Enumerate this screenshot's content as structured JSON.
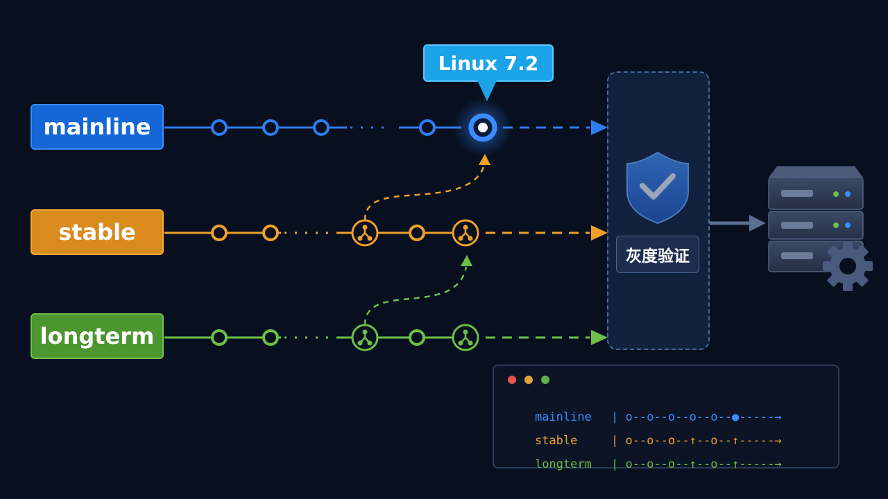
{
  "branches": [
    {
      "name": "mainline",
      "color": "#2f7cf0"
    },
    {
      "name": "stable",
      "color": "#f0a02a"
    },
    {
      "name": "longterm",
      "color": "#6cbf47"
    }
  ],
  "callout": {
    "text": "Linux 7.2"
  },
  "gray_release": {
    "label": "灰度验证"
  },
  "terminal": {
    "dot_colors": [
      "#e5534b",
      "#e0a23a",
      "#5fb14d"
    ],
    "lines": [
      {
        "name": "mainline",
        "separator": "|",
        "graph": "o--o--o--o--o--●-----→",
        "color": "#3b8cff"
      },
      {
        "name": "stable",
        "separator": "|",
        "graph": "o--o--o--↑--o--↑-----→",
        "color": "#f0a02a"
      },
      {
        "name": "longterm",
        "separator": "|",
        "graph": "o--o--o--↑--o--↑-----→",
        "color": "#6cbf47"
      }
    ]
  },
  "icons": [
    "shield-check-icon",
    "server-icon",
    "gear-icon",
    "merge-icon"
  ]
}
